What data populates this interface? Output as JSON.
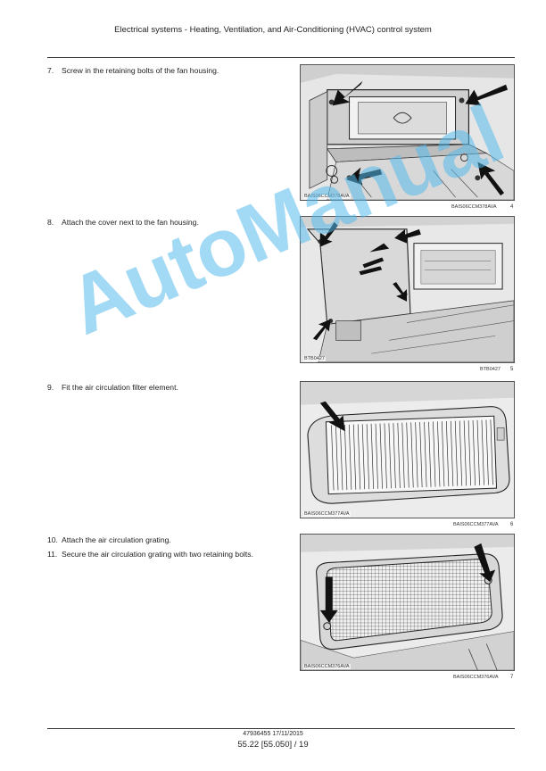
{
  "header": {
    "title": "Electrical systems - Heating, Ventilation, and Air-Conditioning (HVAC) control system"
  },
  "steps": [
    {
      "num": "7.",
      "text": "Screw in the retaining bolts of the fan housing."
    },
    {
      "num": "8.",
      "text": "Attach the cover next to the fan housing."
    },
    {
      "num": "9.",
      "text": "Fit the air circulation filter element."
    },
    {
      "num": "10.",
      "text": "Attach the air circulation grating."
    },
    {
      "num": "11.",
      "text": "Secure the air circulation grating with two retaining bolts."
    }
  ],
  "figures": [
    {
      "inner_code": "BAIS06CCM378AVA",
      "caption_code": "BAIS06CCM378AVA",
      "fig_number": "4"
    },
    {
      "inner_code": "BTB0427",
      "caption_code": "BTB0427",
      "fig_number": "5"
    },
    {
      "inner_code": "BAIS06CCM377AVA",
      "caption_code": "BAIS06CCM377AVA",
      "fig_number": "6"
    },
    {
      "inner_code": "BAIS06CCM376AVA",
      "caption_code": "BAIS06CCM376AVA",
      "fig_number": "7"
    }
  ],
  "watermark": "AutoManual",
  "footer": {
    "doc": "47936455 17/11/2015",
    "page": "55.22 [55.050] / 19"
  }
}
